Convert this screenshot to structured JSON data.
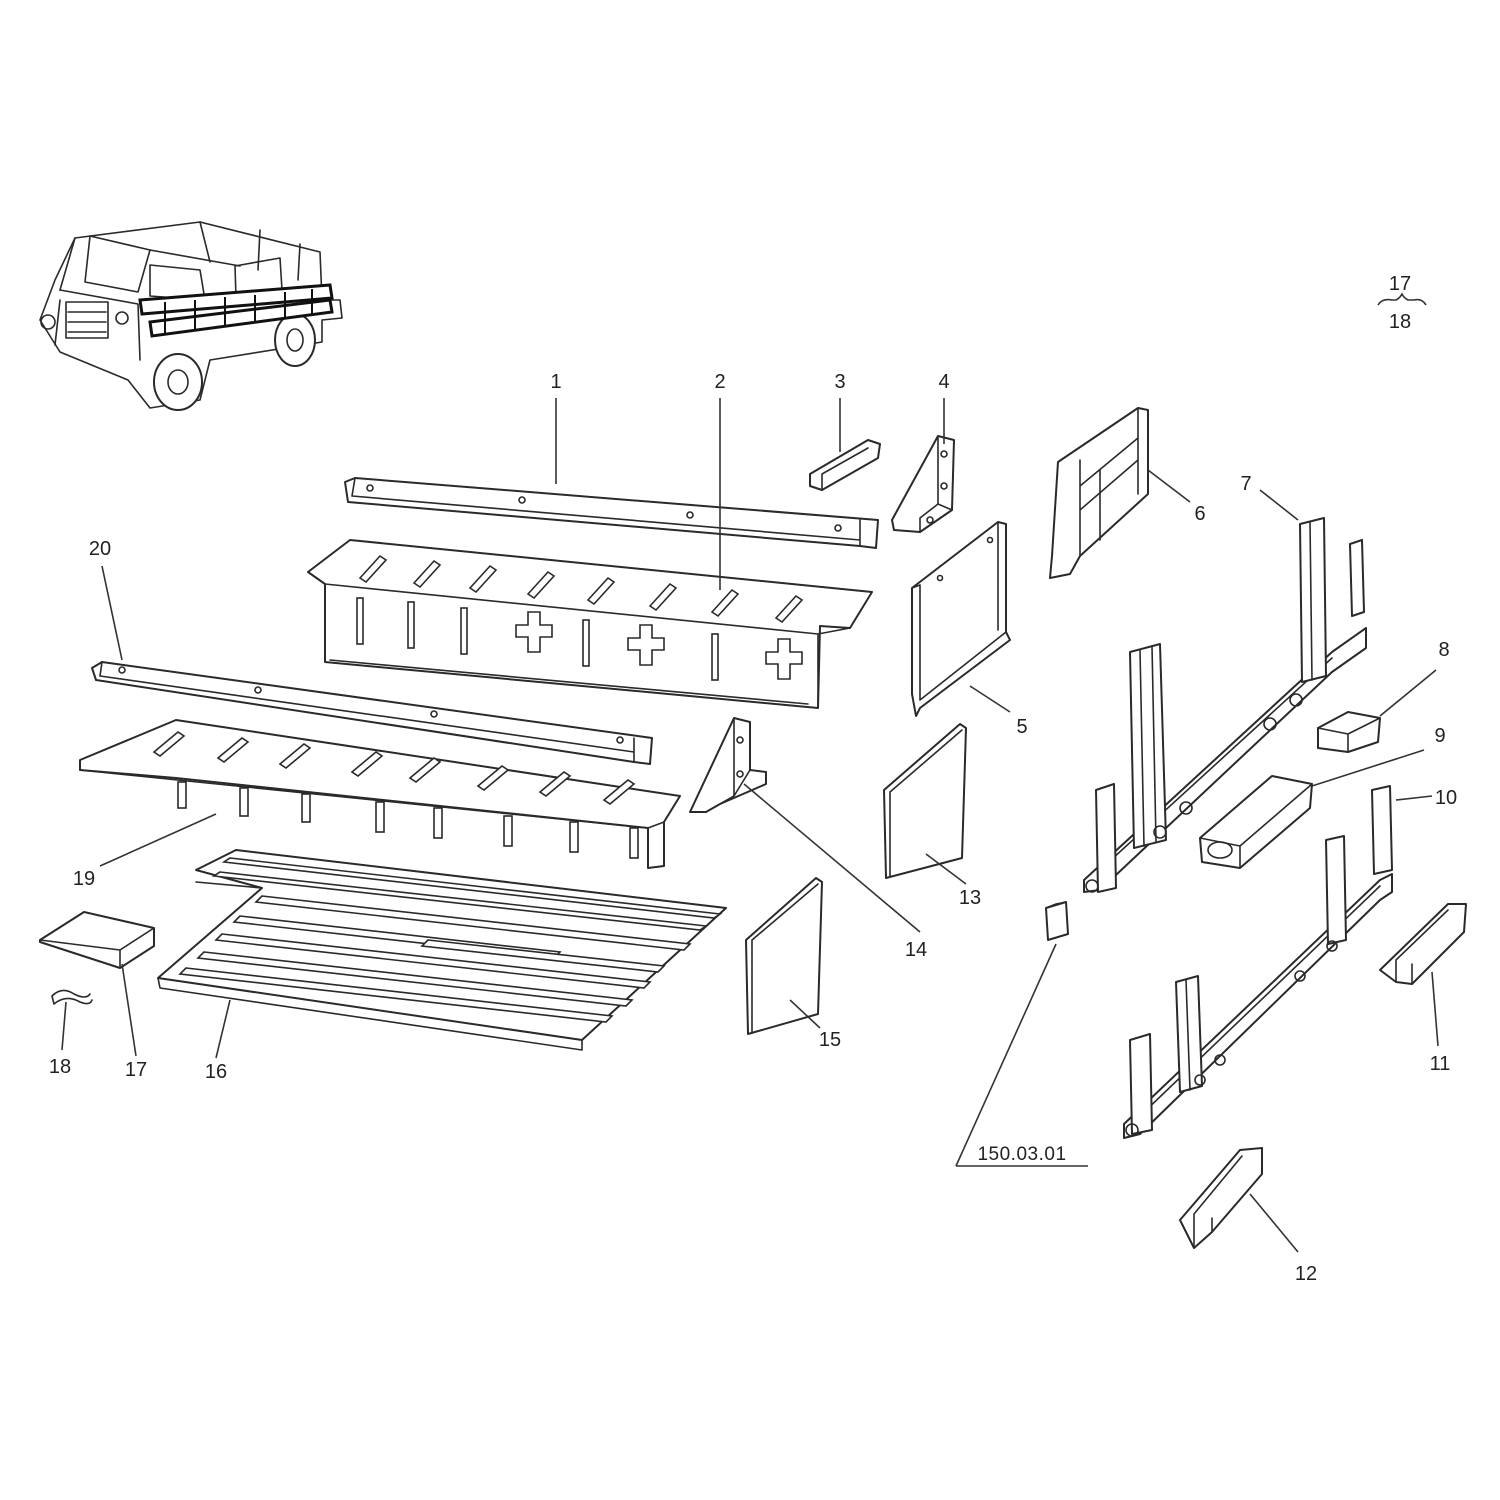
{
  "diagram": {
    "sheet_ref_top": "17",
    "sheet_ref_bottom": "18",
    "reference_code": "150.03.01",
    "callouts": [
      "1",
      "2",
      "3",
      "4",
      "5",
      "6",
      "7",
      "8",
      "9",
      "10",
      "11",
      "12",
      "13",
      "14",
      "15",
      "16",
      "17",
      "18",
      "19",
      "20"
    ]
  }
}
